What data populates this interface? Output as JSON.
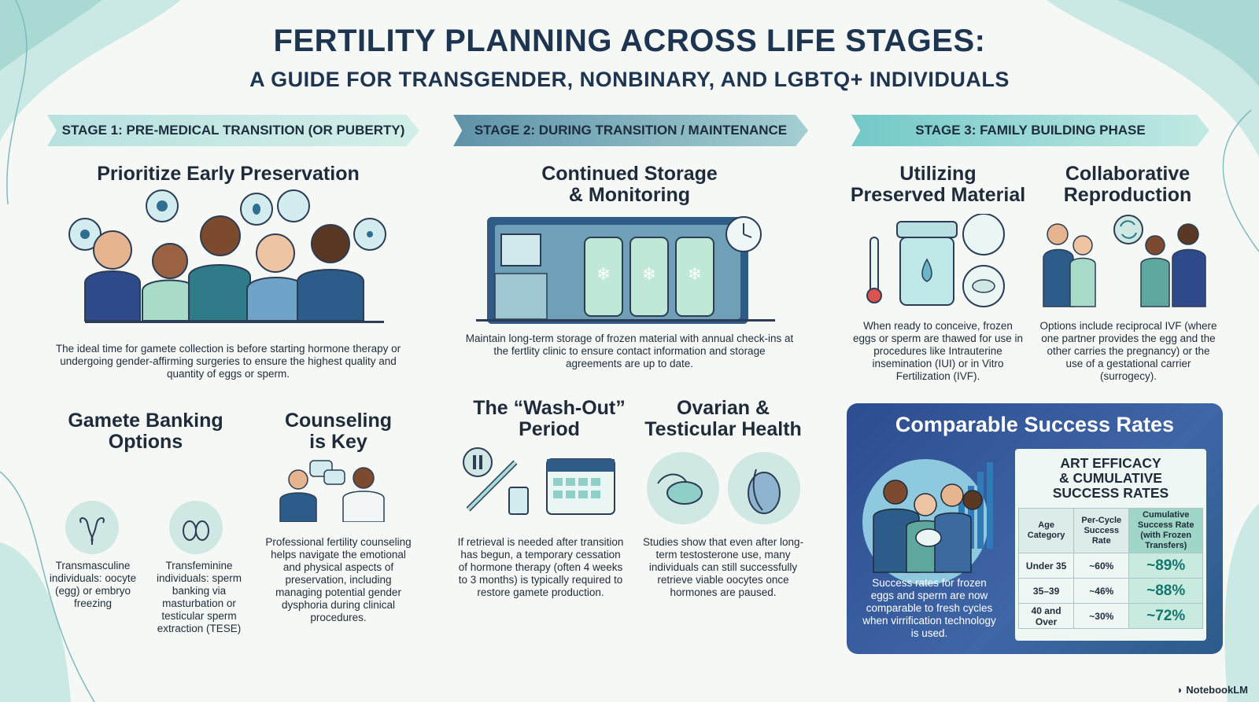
{
  "header": {
    "title": "FERTILITY PLANNING ACROSS LIFE STAGES:",
    "subtitle": "A GUIDE FOR TRANSGENDER, NONBINARY, AND LGBTQ+ INDIVIDUALS"
  },
  "stages": [
    {
      "label": "STAGE 1: PRE-MEDICAL TRANSITION (OR PUBERTY)"
    },
    {
      "label": "STAGE 2: DURING TRANSITION / MAINTENANCE"
    },
    {
      "label": "STAGE 3: FAMILY BUILDING PHASE"
    }
  ],
  "stage1": {
    "early": {
      "heading": "Prioritize Early Preservation",
      "text": "The ideal time for gamete collection is before starting hormone therapy or undergoing gender-affirming surgeries to ensure the highest quality and quantity of eggs or sperm."
    },
    "banking": {
      "heading_line1": "Gamete Banking",
      "heading_line2": "Options",
      "transmasc": "Transmasculine individuals: oocyte (egg) or embryo freezing",
      "transfem": "Transfeminine individuals: sperm banking via masturbation or testicular sperm extraction (TESE)"
    },
    "counseling": {
      "heading_line1": "Counseling",
      "heading_line2": "is Key",
      "text": "Professional fertility counseling helps navigate the emotional and physical aspects of preservation, including managing potential gender dysphoria during clinical procedures."
    }
  },
  "stage2": {
    "storage": {
      "heading_line1": "Continued Storage",
      "heading_line2": "& Monitoring",
      "text": "Maintain long-term storage of frozen material with annual check-ins at the fertlity clinic to ensure contact information and storage agreements are up to date."
    },
    "washout": {
      "heading_line1": "The “Wash-Out”",
      "heading_line2": "Period",
      "text": "If retrieval is needed after transition has begun, a temporary cessation of hormone therapy (often 4 weeks to 3 months) is typically required to restore gamete production."
    },
    "health": {
      "heading_line1": "Ovarian &",
      "heading_line2": "Testicular Health",
      "text": "Studies show that even after long-term testosterone use, many individuals can still successfully retrieve viable oocytes once hormones are paused."
    }
  },
  "stage3": {
    "preserved": {
      "heading_line1": "Utilizing",
      "heading_line2": "Preserved Material",
      "text": "When ready to conceive, frozen eggs or sperm are thawed for use in procedures like Intrauterine insemination (IUI) or in Vitro Fertilization (IVF)."
    },
    "collab": {
      "heading_line1": "Collaborative",
      "heading_line2": "Reproduction",
      "text": "Options include reciprocal IVF (where one partner provides the egg and the other carries the pregnancy) or the use of a gestational carrier (surrogecy)."
    },
    "success": {
      "heading": "Comparable Success Rates",
      "text": "Success rates for frozen eggs and sperm are now comparable to fresh cycles when virrification technology is used.",
      "table_title_line1": "ART EFFICACY",
      "table_title_line2": "& CUMULATIVE",
      "table_title_line3": "SUCCESS RATES",
      "columns": [
        "Age Category",
        "Per-Cycle Success Rate",
        "Cumulative Success Rate (with Frozen Transfers)"
      ],
      "rows": [
        {
          "age": "Under 35",
          "per_cycle": "~60%",
          "cumulative": "~89%"
        },
        {
          "age": "35–39",
          "per_cycle": "~46%",
          "cumulative": "~88%"
        },
        {
          "age": "40 and Over",
          "per_cycle": "~30%",
          "cumulative": "~72%"
        }
      ]
    }
  },
  "footer": {
    "brand": "NotebookLM"
  },
  "colors": {
    "navy": "#1d3550",
    "teal": "#13776f",
    "panel": "#2c4d90"
  }
}
